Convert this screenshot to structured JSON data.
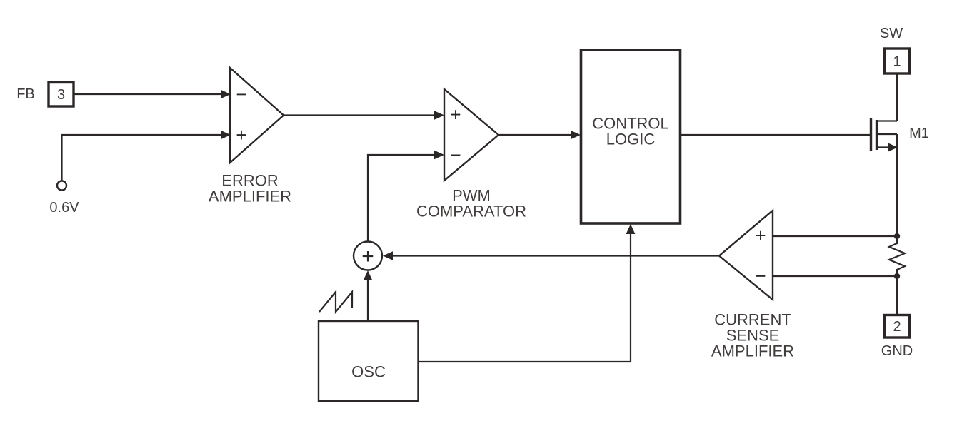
{
  "colors": {
    "ink": "#2a2726",
    "text": "#403d3c",
    "background": "#ffffff"
  },
  "pins": {
    "fb": {
      "label": "FB",
      "number": "3"
    },
    "sw": {
      "label": "SW",
      "number": "1"
    },
    "gnd": {
      "label": "GND",
      "number": "2"
    }
  },
  "reference": {
    "label": "0.6V"
  },
  "blocks": {
    "error_amplifier": {
      "label_line1": "ERROR",
      "label_line2": "AMPLIFIER",
      "inverting": "−",
      "noninverting": "+"
    },
    "pwm_comparator": {
      "label_line1": "PWM",
      "label_line2": "COMPARATOR",
      "noninverting": "+",
      "inverting": "−"
    },
    "control_logic": {
      "label_line1": "CONTROL",
      "label_line2": "LOGIC"
    },
    "oscillator": {
      "label": "OSC"
    },
    "summing_junction": {
      "symbol": "+"
    },
    "current_sense_amplifier": {
      "label_line1": "CURRENT",
      "label_line2": "SENSE",
      "label_line3": "AMPLIFIER",
      "noninverting": "+",
      "inverting": "−"
    },
    "mosfet": {
      "label": "M1"
    }
  }
}
